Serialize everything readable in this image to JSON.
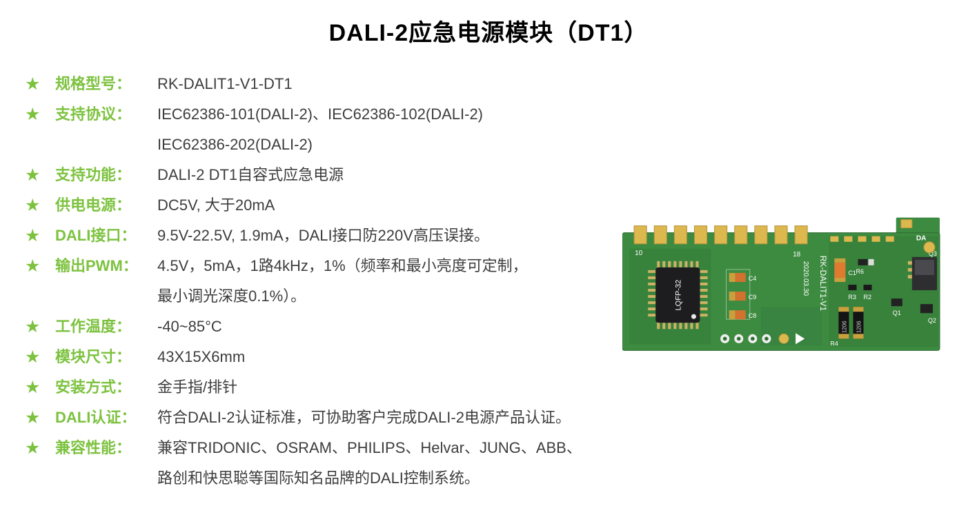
{
  "page": {
    "title": "DALI-2应急电源模块（DT1）"
  },
  "icons": {
    "star": "★"
  },
  "colors": {
    "accent_green": "#7CC23E",
    "pcb_green": "#3D8B40",
    "gold": "#DCB84F",
    "text_dark": "#3D3D3D"
  },
  "specs": [
    {
      "label": "规格型号：",
      "lines": [
        "RK-DALIT1-V1-DT1"
      ]
    },
    {
      "label": "支持协议：",
      "lines": [
        "IEC62386-101(DALI-2)、IEC62386-102(DALI-2)",
        "IEC62386-202(DALI-2)"
      ]
    },
    {
      "label": "支持功能：",
      "lines": [
        "DALI-2 DT1自容式应急电源"
      ]
    },
    {
      "label": "供电电源：",
      "lines": [
        "DC5V, 大于20mA"
      ]
    },
    {
      "label": "DALI接口：",
      "lines": [
        "9.5V-22.5V, 1.9mA，DALI接口防220V高压误接。"
      ]
    },
    {
      "label": "输出PWM：",
      "lines": [
        "4.5V，5mA，1路4kHz，1%（频率和最小亮度可定制，",
        "最小调光深度0.1%）。"
      ]
    },
    {
      "label": "工作温度：",
      "lines": [
        "-40~85°C"
      ]
    },
    {
      "label": "模块尺寸：",
      "lines": [
        "43X15X6mm"
      ]
    },
    {
      "label": "安装方式：",
      "lines": [
        "金手指/排针"
      ]
    },
    {
      "label": "DALI认证：",
      "lines": [
        "符合DALI-2认证标准，可协助客户完成DALI-2电源产品认证。"
      ]
    },
    {
      "label": "兼容性能：",
      "lines": [
        "兼容TRIDONIC、OSRAM、PHILIPS、Helvar、JUNG、ABB、",
        "路创和快思聪等国际知名品牌的DALI控制系统。"
      ]
    }
  ],
  "pcb": {
    "pin_left": "10",
    "pin_right": "18",
    "chip": "LQFP-32",
    "caps": [
      "C4",
      "C9",
      "C8"
    ],
    "date_code": "2020.03.30",
    "board_name": "RK-DALIT1-V1",
    "c1": "C1",
    "r6": "R6",
    "r3": "R3",
    "r2": "R2",
    "r4": "R4",
    "q1": "Q1",
    "q2": "Q2",
    "q3": "Q3",
    "p1206": "1206",
    "da": "DA"
  }
}
